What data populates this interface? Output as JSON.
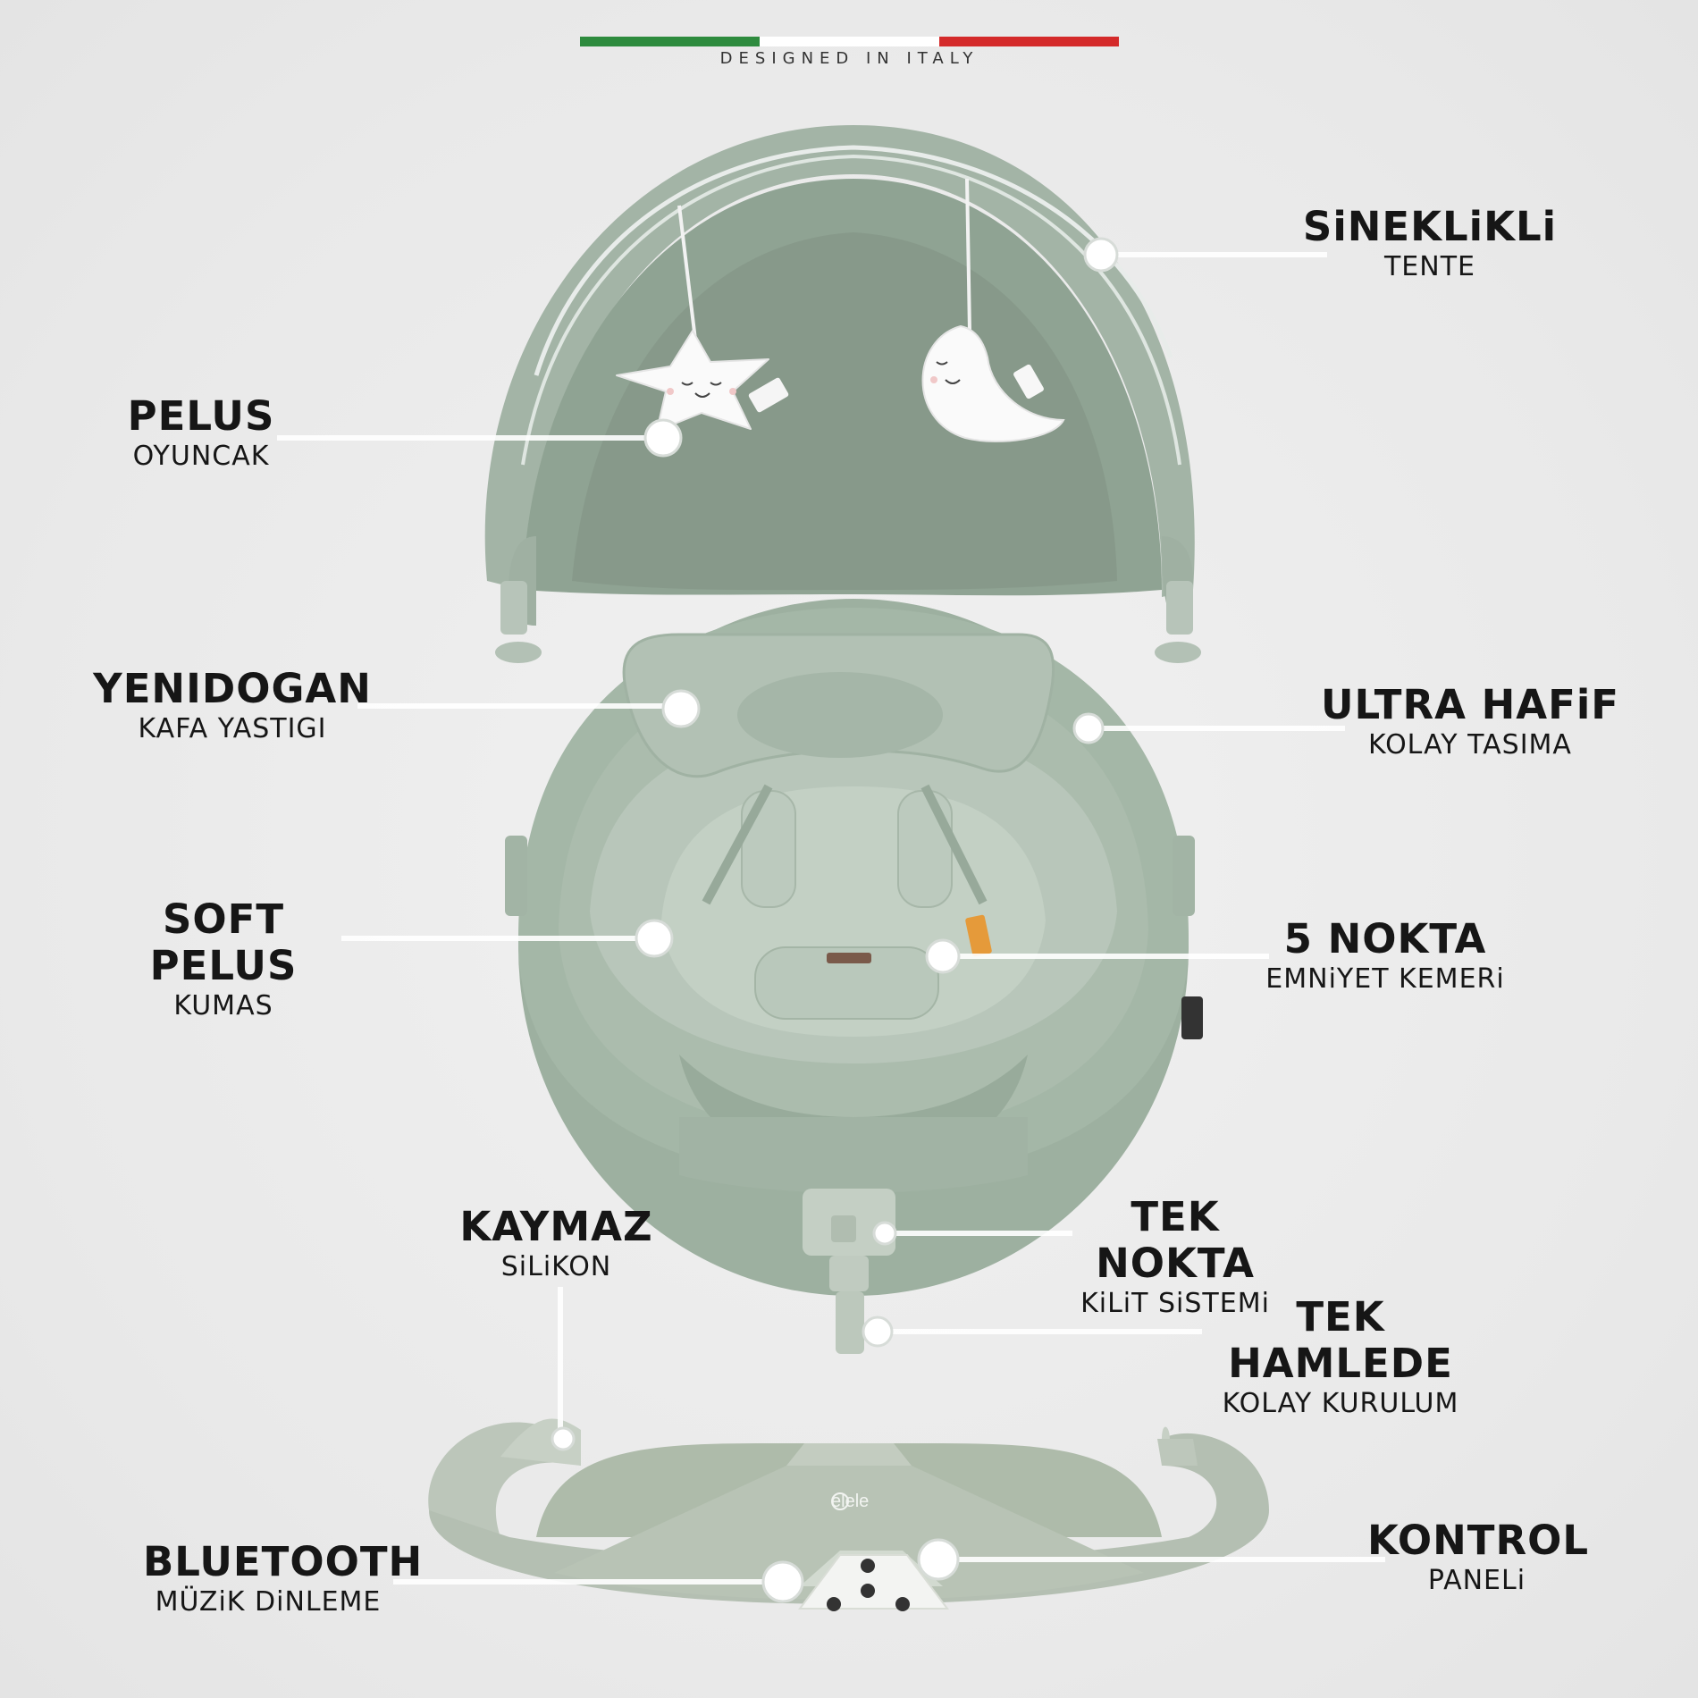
{
  "header": {
    "tagline": "DESIGNED IN ITALY",
    "flag_colors": [
      "#2e8b3e",
      "#ffffff",
      "#d42a2a"
    ]
  },
  "brand": {
    "name": "elele"
  },
  "features": [
    {
      "id": "canopy",
      "title": "SiNEKLiKLi",
      "subtitle": "TENTE"
    },
    {
      "id": "plush-toy",
      "title": "PELUS",
      "subtitle": "OYUNCAK"
    },
    {
      "id": "head-pillow",
      "title": "YENIDOGAN",
      "subtitle": "KAFA YASTIGI"
    },
    {
      "id": "lightweight",
      "title": "ULTRA HAFiF",
      "subtitle": "KOLAY TASIMA"
    },
    {
      "id": "soft-fabric",
      "title": "SOFT PELUS",
      "subtitle": "KUMAS"
    },
    {
      "id": "harness",
      "title": "5 NOKTA",
      "subtitle": "EMNiYET KEMERi"
    },
    {
      "id": "nonslip",
      "title": "KAYMAZ",
      "subtitle": "SiLiKON"
    },
    {
      "id": "lock",
      "title": "TEK NOKTA",
      "subtitle": "KiLiT SiSTEMi"
    },
    {
      "id": "assembly",
      "title": "TEK HAMLEDE",
      "subtitle": "KOLAY KURULUM"
    },
    {
      "id": "bluetooth",
      "title": "BLUETOOTH",
      "subtitle": "MÜZiK DiNLEME"
    },
    {
      "id": "control",
      "title": "KONTROL",
      "subtitle": "PANELi"
    }
  ],
  "colors": {
    "background": "#ececec",
    "sage_dark": "#8fa595",
    "sage_mid": "#a9baab",
    "sage_light": "#c4d1c5",
    "text": "#161616"
  }
}
